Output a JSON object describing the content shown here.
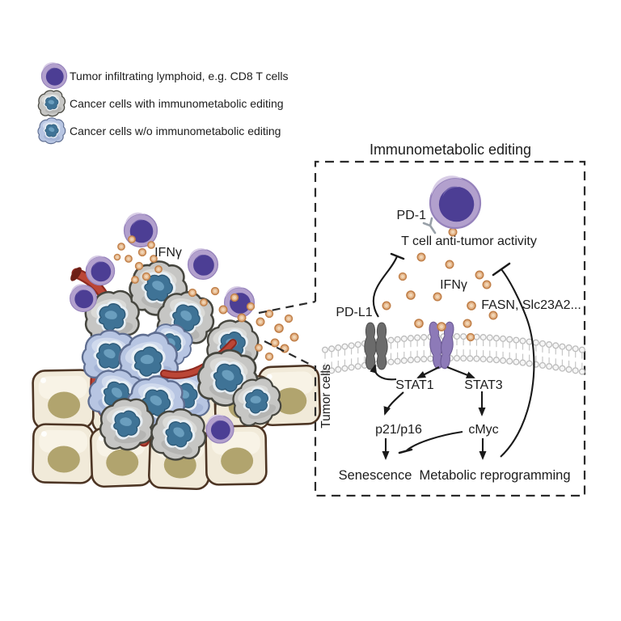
{
  "legend": {
    "items": [
      {
        "label": "Tumor infiltrating lymphoid, e.g. CD8 T cells"
      },
      {
        "label": "Cancer cells with  immunometabolic editing"
      },
      {
        "label": "Cancer cells w/o immunometabolic editing"
      }
    ]
  },
  "tumor": {
    "ifng_label": "IFNγ"
  },
  "panel": {
    "title": "Immunometabolic editing",
    "pd1": "PD-1",
    "t_cell_activity": "T cell anti-tumor activity",
    "ifng": "IFNγ",
    "fasn": "FASN, Slc23A2...",
    "pdl1": "PD-L1",
    "tumor_cells": "Tumor cells",
    "stat1": "STAT1",
    "stat3": "STAT3",
    "p21": "p21/p16",
    "cmyc": "cMyc",
    "senescence": "Senescence",
    "metabolic": "Metabolic reprogramming"
  },
  "colors": {
    "senescence_text": "#4d86c8",
    "metabolic_text": "#b5342c",
    "t_cell_rim": "#b2a0cd",
    "t_cell_core": "#4c3e94",
    "cancer_gray": "#c6c6c4",
    "cancer_blue": "#b7c5e2",
    "nucleus_blue": "#3f7396",
    "ifng_dot": "#e5b78d",
    "vessel_red": "#a93226",
    "tissue_beige": "#f1ead9",
    "membrane_gray": "#c6c6c6",
    "pdl1_receptor": "#6b6b6b",
    "ifngr_receptor": "#8d7ab8"
  }
}
